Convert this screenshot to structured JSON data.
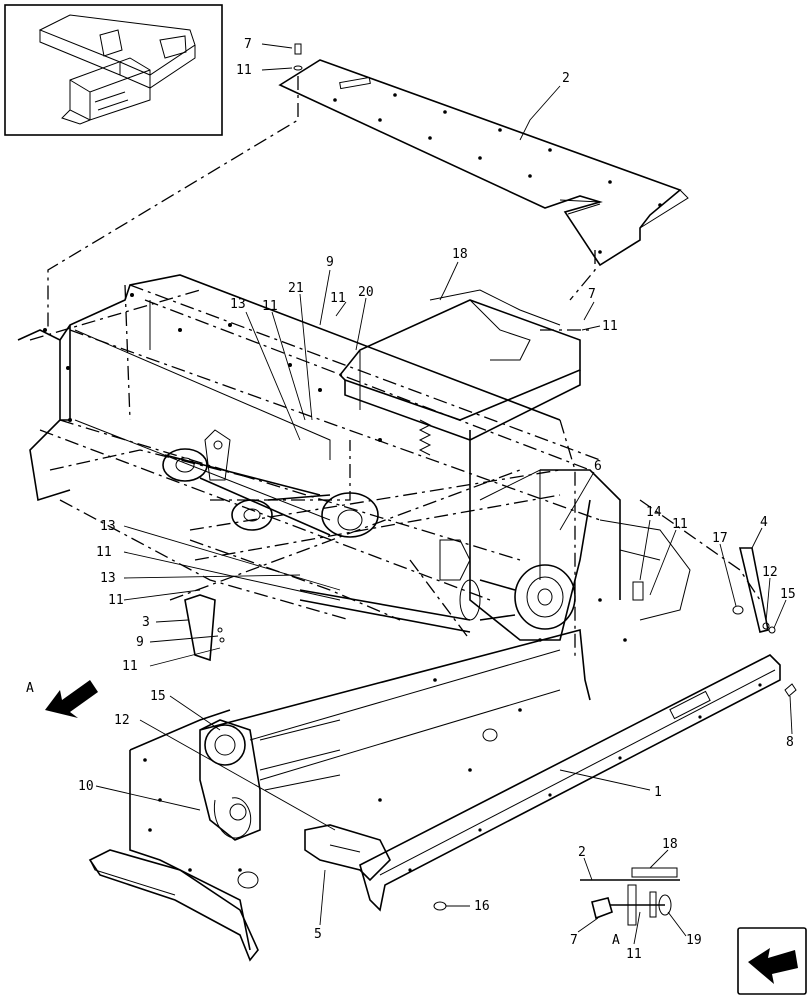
{
  "callouts": [
    {
      "id": "c7a",
      "text": "7"
    },
    {
      "id": "c11a",
      "text": "11"
    },
    {
      "id": "c2",
      "text": "2"
    },
    {
      "id": "c18a",
      "text": "18"
    },
    {
      "id": "c9a",
      "text": "9"
    },
    {
      "id": "c21",
      "text": "21"
    },
    {
      "id": "c11b",
      "text": "11"
    },
    {
      "id": "c20",
      "text": "20"
    },
    {
      "id": "c13a",
      "text": "13"
    },
    {
      "id": "c11c",
      "text": "11"
    },
    {
      "id": "c7b",
      "text": "7"
    },
    {
      "id": "c11d",
      "text": "11"
    },
    {
      "id": "c6",
      "text": "6"
    },
    {
      "id": "c14",
      "text": "14"
    },
    {
      "id": "c11e",
      "text": "11"
    },
    {
      "id": "c4",
      "text": "4"
    },
    {
      "id": "c17",
      "text": "17"
    },
    {
      "id": "c12a",
      "text": "12"
    },
    {
      "id": "c15a",
      "text": "15"
    },
    {
      "id": "c13b",
      "text": "13"
    },
    {
      "id": "c11f",
      "text": "11"
    },
    {
      "id": "c13c",
      "text": "13"
    },
    {
      "id": "c11g",
      "text": "11"
    },
    {
      "id": "c3",
      "text": "3"
    },
    {
      "id": "c9b",
      "text": "9"
    },
    {
      "id": "c11h",
      "text": "11"
    },
    {
      "id": "cA",
      "text": "A"
    },
    {
      "id": "c15b",
      "text": "15"
    },
    {
      "id": "c12b",
      "text": "12"
    },
    {
      "id": "c8",
      "text": "8"
    },
    {
      "id": "c10",
      "text": "10"
    },
    {
      "id": "c1",
      "text": "1"
    },
    {
      "id": "c5",
      "text": "5"
    },
    {
      "id": "c16",
      "text": "16"
    },
    {
      "id": "c2b",
      "text": "2"
    },
    {
      "id": "c18b",
      "text": "18"
    },
    {
      "id": "c7c",
      "text": "7"
    },
    {
      "id": "cAb",
      "text": "A"
    },
    {
      "id": "c11i",
      "text": "11"
    },
    {
      "id": "c19",
      "text": "19"
    }
  ],
  "icons": {
    "view_arrow": "view-direction-arrow-icon",
    "nav_arrow": "navigation-arrow-icon"
  },
  "colors": {
    "line": "#000000",
    "background": "#ffffff"
  }
}
